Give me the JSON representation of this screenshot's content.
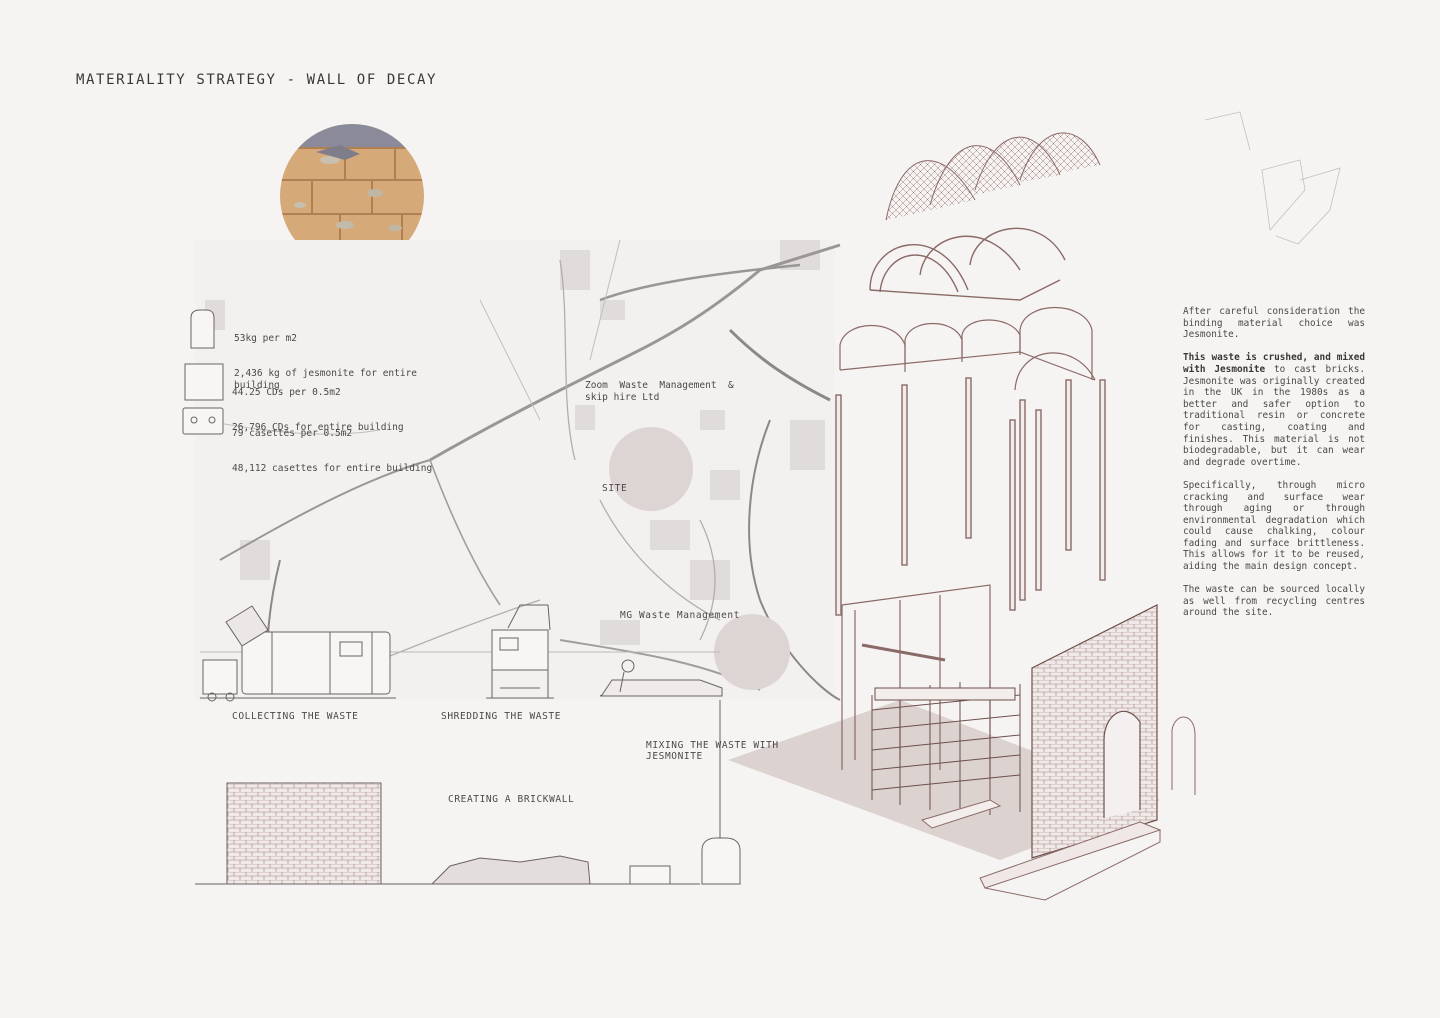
{
  "title": "MATERIALITY STRATEGY - WALL OF DECAY",
  "quantities": [
    {
      "icon": "jar-icon",
      "line1": "53kg per m2",
      "line2": "2,436 kg of jesmonite for entire building"
    },
    {
      "icon": "cd-case-icon",
      "line1": "44.25 CDs per 0.5m2",
      "line2": "26,796 CDs for entire building"
    },
    {
      "icon": "cassette-icon",
      "line1": "79 casettes per 0.5m2",
      "line2": "48,112 casettes for entire building"
    }
  ],
  "map_labels": {
    "zoom": "Zoom  Waste  Management  &\nskip hire Ltd",
    "site": "SITE",
    "mg": "MG Waste Management"
  },
  "process_steps": {
    "collect": "COLLECTING THE WASTE",
    "shred": "SHREDDING THE WASTE",
    "mix": "MIXING THE WASTE WITH\nJESMONITE",
    "brick": "CREATING A BRICKWALL"
  },
  "description": {
    "p1": "After careful consideration the binding material choice was Jesmonite.",
    "p2_bold": "This waste is crushed, and mixed with Jesmonite",
    "p2_rest": " to cast bricks. Jesmonite was originally created in the UK in the 1980s as a better and safer option to traditional resin or concrete for casting, coating and finishes. This material is not biodegradable, but it can wear and degrade overtime.",
    "p3": "Specifically, through micro cracking and surface wear through aging or through environmental degradation which could cause chalking, colour fading and surface brittleness. This allows for it to be reused, aiding the main design concept.",
    "p4": "The waste can be sourced locally as well from recycling centres around the site."
  },
  "colors": {
    "ink": "#4a4444",
    "map_road": "#8e8a8a",
    "map_light": "#d8d4d3",
    "site_circle": "#d9d1cf",
    "axo_line": "#8a6a66",
    "shadow": "#dcd2d0",
    "brick": "#d6a978"
  }
}
